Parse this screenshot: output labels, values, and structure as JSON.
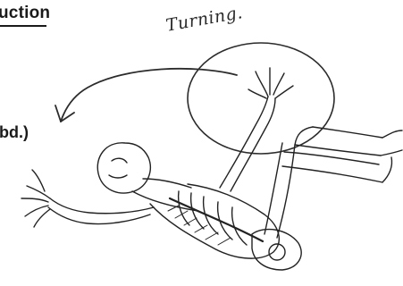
{
  "page": {
    "heading": "uction",
    "side_label": "bd.)",
    "annotation": "Turning."
  },
  "colors": {
    "ink": "#1a1a1a",
    "pencil": "#3a3a3a"
  },
  "icons": {
    "figure": "skeletal-figure-illustration",
    "circle": "motion-circle",
    "arrow": "rotation-arrow"
  }
}
